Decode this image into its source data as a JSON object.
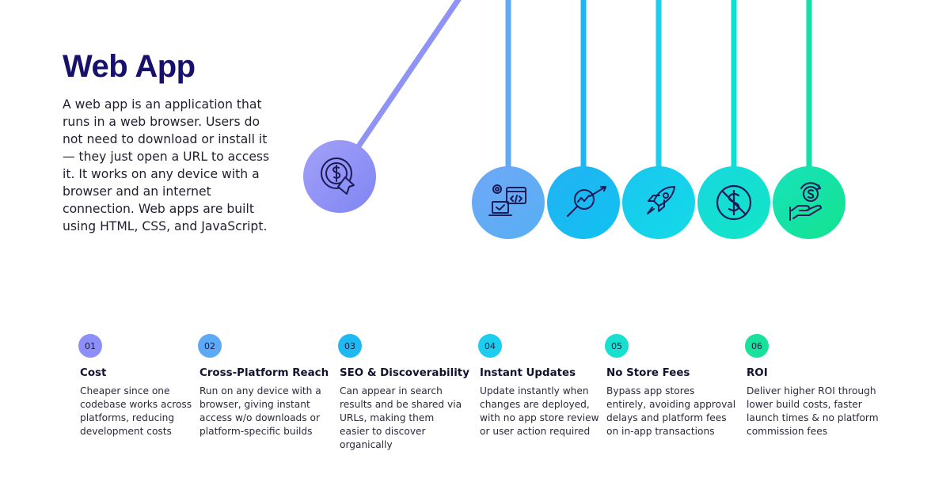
{
  "title": "Web App",
  "description": "A web app is an application that runs in a web browser. Users do not need to download or install it — they just open a URL to access it. It works on any device with a browser and an internet connection. Web apps are built using HTML, CSS, and JavaScript.",
  "icons": [
    {
      "name": "dollar-cycle-arrow-icon",
      "color": "#8e93f5"
    },
    {
      "name": "web-development-icon",
      "color": "#63a8f4"
    },
    {
      "name": "search-growth-icon",
      "color": "#1fb6f2"
    },
    {
      "name": "rocket-icon",
      "color": "#1bd0ec"
    },
    {
      "name": "no-dollar-icon",
      "color": "#12dfd2"
    },
    {
      "name": "hand-money-icon",
      "color": "#12e0a6"
    }
  ],
  "items": [
    {
      "number": "01",
      "title": "Cost",
      "text": "Cheaper since one codebase works across platforms, reducing development costs",
      "color": "#8b8ff7"
    },
    {
      "number": "02",
      "title": "Cross-Platform Reach",
      "text": "Run on any device with a browser, giving instant access w/o downloads or platform-specific builds",
      "color": "#5ea9f5"
    },
    {
      "number": "03",
      "title": "SEO & Discoverability",
      "text": "Can appear in search results and be shared via URLs, making them easier to discover organically",
      "color": "#1fb9f2"
    },
    {
      "number": "04",
      "title": "Instant Updates",
      "text": "Update instantly when changes are deployed, with no app store review or user action required",
      "color": "#1dcdee"
    },
    {
      "number": "05",
      "title": "No Store Fees",
      "text": "Bypass app stores entirely, avoiding approval delays and platform fees on in-app transactions",
      "color": "#17e0d0"
    },
    {
      "number": "06",
      "title": "ROI",
      "text": "Deliver higher ROI through lower build costs, faster launch times & no platform commission fees",
      "color": "#17e19a"
    }
  ]
}
